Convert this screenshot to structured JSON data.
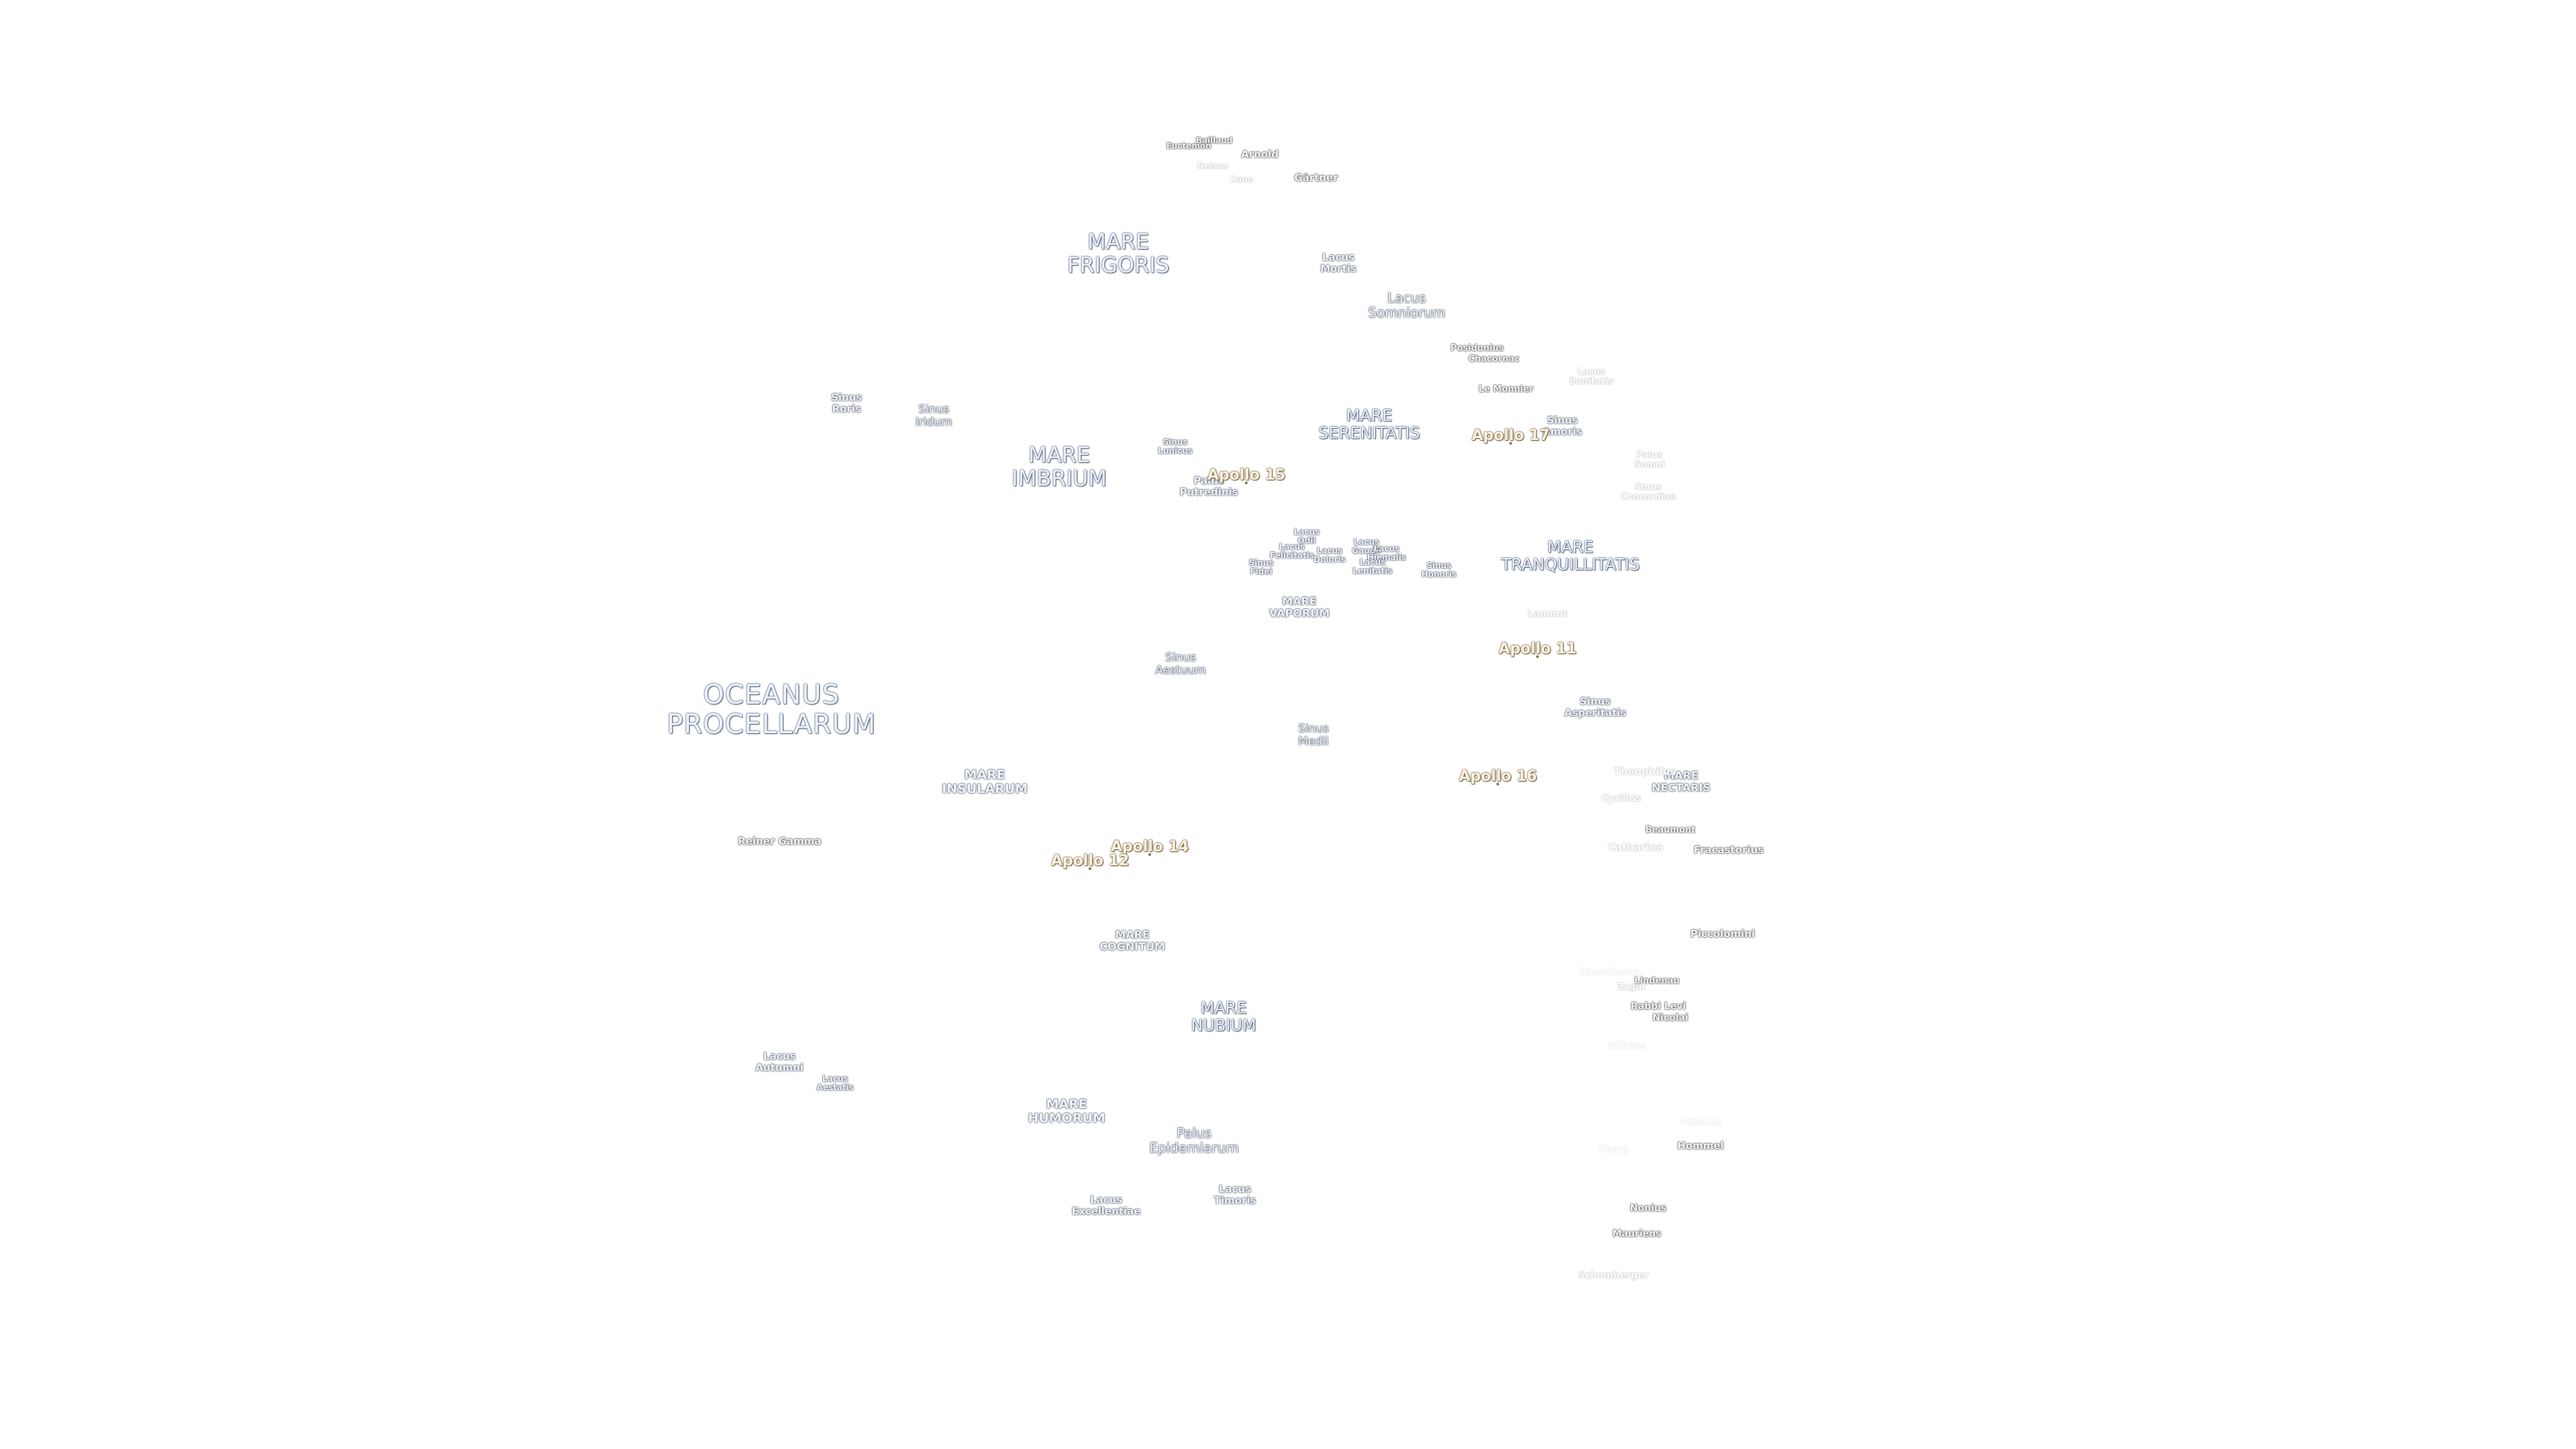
{
  "map": {
    "oceans": [
      {
        "lines": [
          "OCEANUS",
          "PROCELLARUM"
        ]
      }
    ],
    "maria_large": [
      {
        "lines": [
          "MARE",
          "FRIGORIS"
        ]
      },
      {
        "lines": [
          "MARE",
          "IMBRIUM"
        ]
      },
      {
        "lines": [
          "MARE",
          "SERENITATIS"
        ]
      },
      {
        "lines": [
          "MARE",
          "TRANQUILLITATIS"
        ]
      },
      {
        "lines": [
          "MARE",
          "NUBIUM"
        ]
      }
    ],
    "maria_medium": [
      {
        "lines": [
          "MARE",
          "INSULARUM"
        ]
      },
      {
        "lines": [
          "MARE",
          "HUMORUM"
        ]
      }
    ],
    "maria_small": [
      {
        "lines": [
          "MARE",
          "VAPORUM"
        ]
      },
      {
        "lines": [
          "MARE",
          "COGNITUM"
        ]
      },
      {
        "lines": [
          "MARE",
          "NECTARIS"
        ]
      }
    ],
    "features_medium": [
      {
        "lines": [
          "Lacus",
          "Somniorum"
        ]
      },
      {
        "lines": [
          "Sinus",
          "Iridum"
        ]
      },
      {
        "lines": [
          "Sinus",
          "Aestuum"
        ]
      },
      {
        "lines": [
          "Sinus",
          "Medii"
        ]
      },
      {
        "lines": [
          "Palus",
          "Epidemiarum"
        ]
      }
    ],
    "features_small": [
      {
        "lines": [
          "Lacus",
          "Mortis"
        ]
      },
      {
        "lines": [
          "Sinus",
          "Roris"
        ]
      },
      {
        "lines": [
          "Palus",
          "Putredinis"
        ]
      },
      {
        "lines": [
          "Sinus",
          "Amoris"
        ]
      },
      {
        "lines": [
          "Sinus",
          "Asperitatis"
        ]
      },
      {
        "lines": [
          "Lacus",
          "Autumni"
        ]
      },
      {
        "lines": [
          "Lacus",
          "Excellentiae"
        ]
      },
      {
        "lines": [
          "Lacus",
          "Timoris"
        ]
      }
    ],
    "features_xsmall": [
      {
        "lines": [
          "Sinus",
          "Lunicus"
        ]
      },
      {
        "lines": [
          "Lacus",
          "Odii"
        ]
      },
      {
        "lines": [
          "Lacus",
          "Felicitatis"
        ]
      },
      {
        "lines": [
          "Lacus",
          "Doloris"
        ]
      },
      {
        "lines": [
          "Sinus",
          "Fidei"
        ]
      },
      {
        "lines": [
          "Lacus",
          "Gaudii"
        ]
      },
      {
        "lines": [
          "Lacus",
          "Hiemalis"
        ]
      },
      {
        "lines": [
          "Lacus",
          "Lenitatis"
        ]
      },
      {
        "lines": [
          "Sinus",
          "Honoris"
        ]
      },
      {
        "lines": [
          "Lacus",
          "Aestatis"
        ]
      }
    ],
    "faint_features": [
      {
        "lines": [
          "Lacus",
          "Bonitatis"
        ]
      },
      {
        "lines": [
          "Palus",
          "Somni"
        ]
      },
      {
        "lines": [
          "Sinus",
          "Concordiae"
        ]
      }
    ],
    "craters": [
      "Arnold",
      "Gärtner",
      "Posidonius",
      "Chacornac",
      "Le Monnier",
      "Reiner Gamma",
      "Theophilus",
      "Beaumont",
      "Fracastorius",
      "Piccolomini",
      "Lindenau",
      "Rabbi Levi",
      "Nicolai",
      "Hommel",
      "Nonius",
      "Mauriens"
    ],
    "craters_top": [
      "Baillaud",
      "Euctemon",
      "Nelson",
      "Kane"
    ],
    "craters_faint": [
      "Lamont",
      "Cyrillus",
      "Catharina",
      "Zagut",
      "Schomberger"
    ],
    "craters_xfaint": [
      "Sacrobosco",
      "Wilkins",
      "Vlacq",
      "Pitiscus"
    ],
    "apollo_sites": [
      "Apollo 15",
      "Apollo 17",
      "Apollo 11",
      "Apollo 16",
      "Apollo 14",
      "Apollo 12"
    ]
  }
}
